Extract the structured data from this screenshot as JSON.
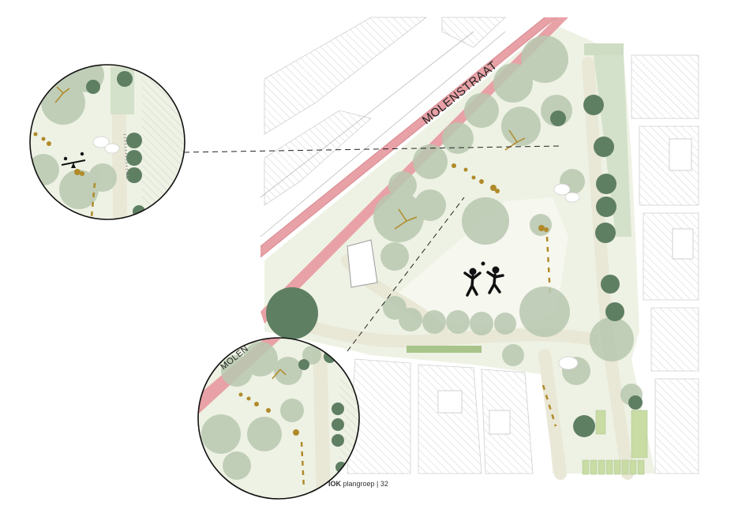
{
  "map": {
    "street_name": "MOLENSTRAAT",
    "street_name_detail": "MOLEN",
    "colors": {
      "road_band": "#e8a1a6",
      "road_edge": "#d98b92",
      "park_ground": "#eef2e4",
      "path": "#f1efe2",
      "tree_light": "#b8c8b0",
      "tree_dark": "#5f7f63",
      "hedge": "#a8c48a",
      "parking": "#c8dca4",
      "hatch": "#bbbbbb",
      "bollard": "#b08a2a",
      "building_roof": "#ffffff"
    },
    "icons": {
      "playing_children": "playing-children-icon",
      "seesaw": "seesaw-icon"
    }
  },
  "footer": {
    "brand": "IOK",
    "text": " plangroep | 32"
  }
}
